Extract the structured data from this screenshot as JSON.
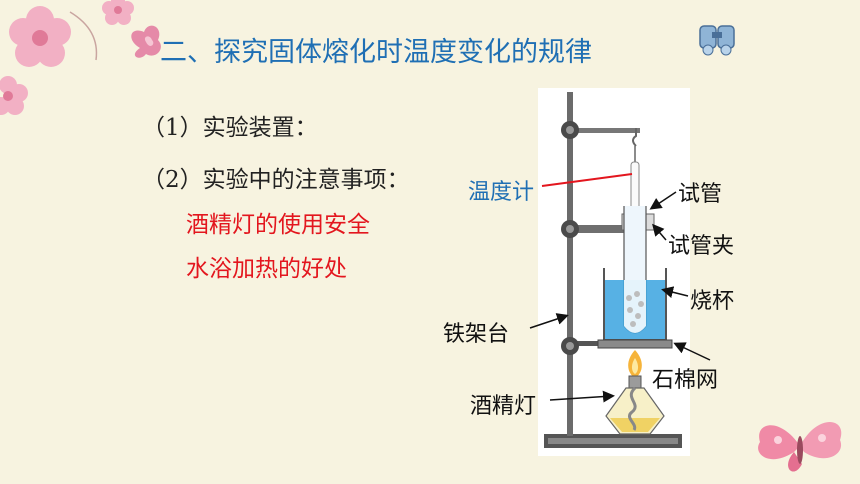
{
  "slide": {
    "title": "二、探究固体熔化时温度变化的规律",
    "items": [
      "（1）实验装置：",
      "（2）实验中的注意事项："
    ],
    "notes": [
      "酒精灯的使用安全",
      "水浴加热的好处"
    ]
  },
  "diagram": {
    "labels": {
      "thermometer": "温度计",
      "test_tube": "试管",
      "test_tube_clamp": "试管夹",
      "beaker": "烧杯",
      "iron_stand": "铁架台",
      "asbestos_net": "石棉网",
      "alcohol_lamp": "酒精灯"
    }
  },
  "colors": {
    "title": "#1f6fb4",
    "body_text": "#222222",
    "highlight": "#e3161e",
    "background": "#f7f3e0",
    "water": "#3aa3df"
  },
  "icons": [
    "flower-icon",
    "butterfly-icon",
    "binoculars-icon"
  ]
}
